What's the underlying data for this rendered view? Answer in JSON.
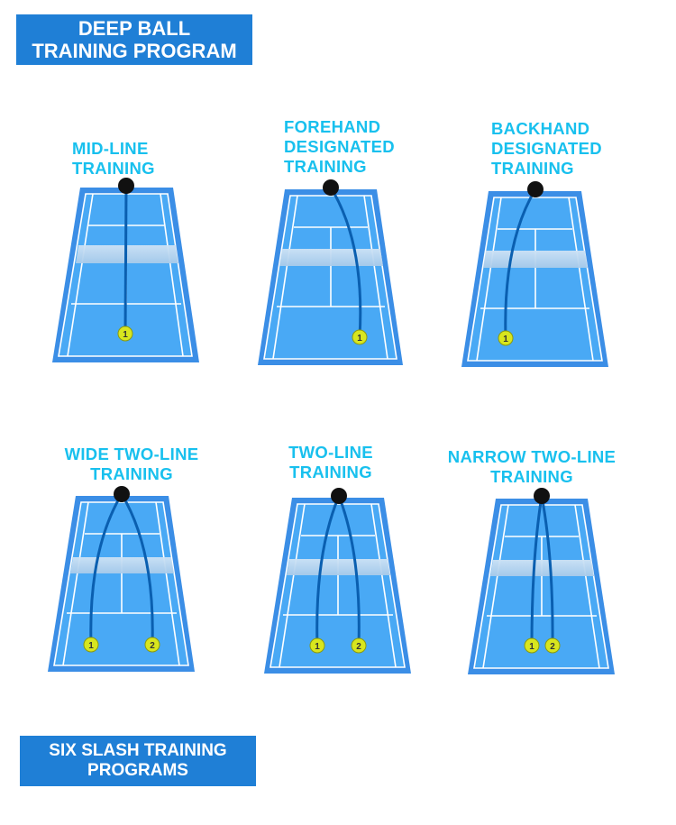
{
  "header": {
    "banner_line1": "DEEP BALL",
    "banner_line2": "TRAINING PROGRAM"
  },
  "footer": {
    "banner_line1": "SIX SLASH TRAINING",
    "banner_line2": "PROGRAMS"
  },
  "colors": {
    "banner_bg": "#1f7fd6",
    "title_text": "#18c0ee",
    "court_outer": "#3b8ee6",
    "court_fill": "#49a9f5",
    "court_lines": "#ffffff",
    "ball_path": "#0a5fb0",
    "ball": "#d8e61e",
    "launcher": "#111111"
  },
  "drills": [
    {
      "id": "mid-line",
      "title_lines": [
        "MID-LINE",
        "TRAINING"
      ],
      "targets": [
        "1"
      ]
    },
    {
      "id": "forehand",
      "title_lines": [
        "FOREHAND",
        "DESIGNATED",
        "TRAINING"
      ],
      "targets": [
        "1"
      ]
    },
    {
      "id": "backhand",
      "title_lines": [
        "BACKHAND",
        "DESIGNATED",
        "TRAINING"
      ],
      "targets": [
        "1"
      ]
    },
    {
      "id": "wide-two-line",
      "title_lines": [
        "WIDE TWO-LINE",
        "TRAINING"
      ],
      "targets": [
        "1",
        "2"
      ]
    },
    {
      "id": "two-line",
      "title_lines": [
        "TWO-LINE",
        "TRAINING"
      ],
      "targets": [
        "1",
        "2"
      ]
    },
    {
      "id": "narrow-two-line",
      "title_lines": [
        "NARROW TWO-LINE",
        "TRAINING"
      ],
      "targets": [
        "1",
        "2"
      ]
    }
  ]
}
